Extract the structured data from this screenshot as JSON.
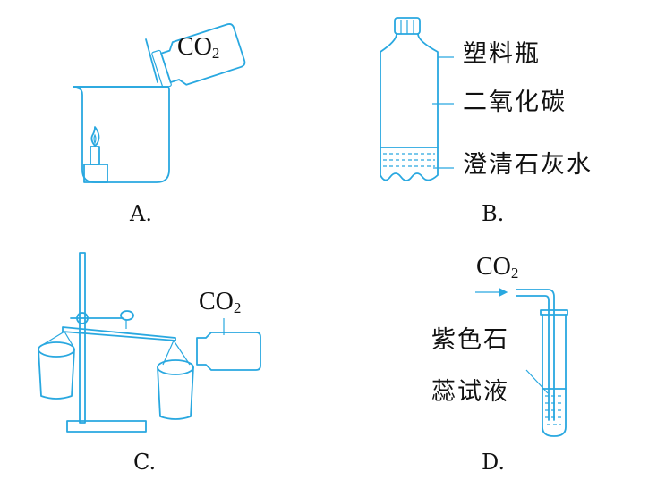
{
  "colors": {
    "apparatus": "#29a8e0",
    "text": "#111111",
    "background": "#ffffff"
  },
  "panels": [
    {
      "id": "A",
      "caption": "A.",
      "formula": {
        "base": "CO",
        "sub": "2"
      },
      "description": "pouring CO2 from a gas bottle into a beaker with a lit candle on a block"
    },
    {
      "id": "B",
      "caption": "B.",
      "labels": [
        "塑料瓶",
        "二氧化碳",
        "澄清石灰水"
      ],
      "description": "plastic bottle containing carbon dioxide over clear limewater"
    },
    {
      "id": "C",
      "caption": "C.",
      "formula": {
        "base": "CO",
        "sub": "2"
      },
      "description": "balance on a ring stand with two paper cups; CO2 poured into the right cup"
    },
    {
      "id": "D",
      "caption": "D.",
      "formula": {
        "base": "CO",
        "sub": "2"
      },
      "labels": [
        "紫色石",
        "蕊试液"
      ],
      "description": "CO2 bubbled through a bent tube into purple litmus solution in a test tube"
    }
  ]
}
